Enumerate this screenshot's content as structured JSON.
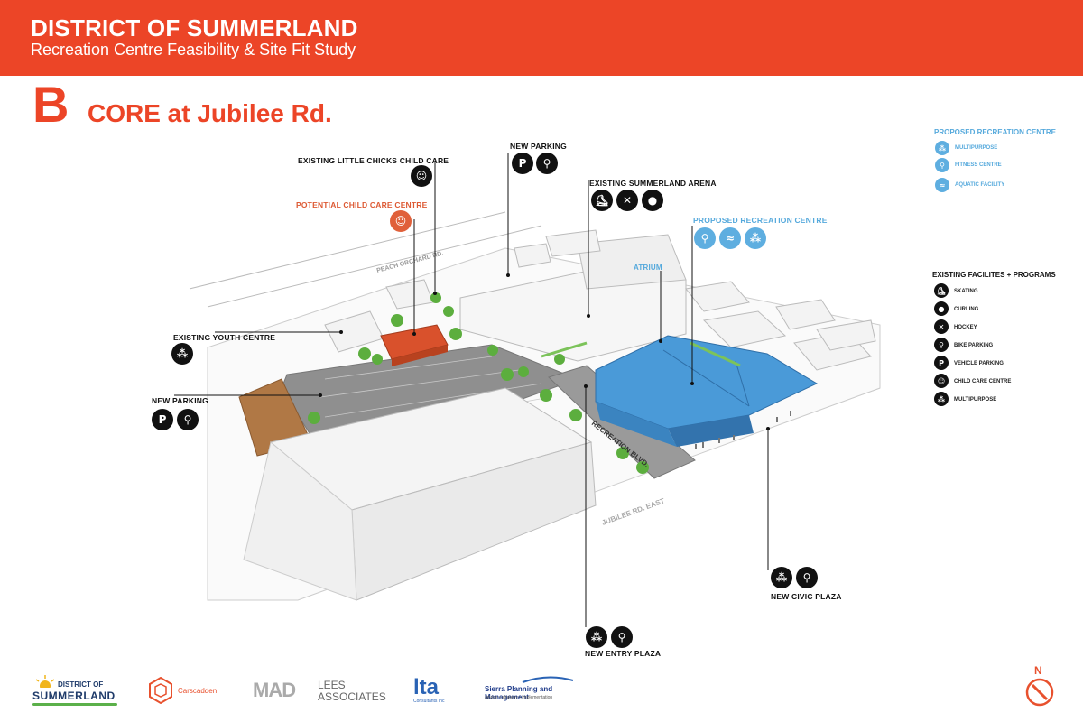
{
  "header": {
    "title": "DISTRICT OF SUMMERLAND",
    "subtitle": "Recreation Centre Feasibility & Site Fit Study"
  },
  "option": {
    "letter": "B",
    "title": "CORE at Jubilee Rd."
  },
  "labels": {
    "little_chicks": "EXISTING LITTLE CHICKS CHILD CARE",
    "potential_child_care": "POTENTIAL CHILD CARE CENTRE",
    "new_parking_top": "NEW PARKING",
    "arena": "EXISTING SUMMERLAND ARENA",
    "proposed_rec": "PROPOSED RECREATION CENTRE",
    "atrium": "ATRIUM",
    "youth_centre": "EXISTING YOUTH CENTRE",
    "new_parking_left": "NEW PARKING",
    "civic_plaza": "NEW CIVIC PLAZA",
    "entry_plaza": "NEW ENTRY PLAZA"
  },
  "streets": {
    "peach_orchard": "PEACH ORCHARD RD.",
    "recreation_blvd": "RECREATION BLVD.",
    "jubilee": "JUBILEE RD. EAST"
  },
  "legend_proposed": {
    "title": "PROPOSED RECREATION CENTRE",
    "items": [
      "MULTIPURPOSE",
      "FITNESS CENTRE",
      "AQUATIC FACILITY"
    ]
  },
  "legend_existing": {
    "title": "EXISTING FACILITES + PROGRAMS",
    "items": [
      "SKATING",
      "CURLING",
      "HOCKEY",
      "BIKE PARKING",
      "VEHICLE PARKING",
      "CHILD CARE CENTRE",
      "MULTIPURPOSE"
    ]
  },
  "logos": {
    "summerland_top": "DISTRICT OF",
    "summerland_bottom": "SUMMERLAND",
    "carscadden": "Carscadden",
    "mad": "MAD",
    "lees_top": "LEES",
    "lees_bottom": "ASSOCIATES",
    "lta": "lta",
    "lta_sub": "Consultants Inc",
    "sierra": "Sierra Planning and Management",
    "sierra_sub": "advice • strategy • implementation"
  },
  "north": "N",
  "icons": {
    "parking": "P",
    "bike": "bike-icon",
    "child": "child-care-icon",
    "skating": "skating-icon",
    "hockey": "hockey-icon",
    "curling": "curling-icon",
    "fitness": "fitness-icon",
    "aquatic": "aquatic-icon",
    "multipurpose": "multipurpose-icon"
  },
  "colors": {
    "brand": "#ec4527",
    "proposed_blue": "#5eaee0",
    "building_blue": "#4a9ad8",
    "child_care_orange": "#e0603a"
  }
}
